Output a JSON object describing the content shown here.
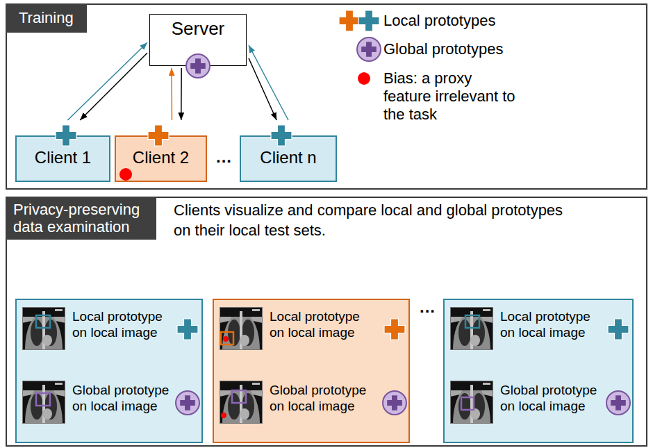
{
  "diagram": {
    "nodes": [
      {
        "text": [
          "Training"
        ]
      },
      {
        "text": [
          "Server"
        ],
        "in": 0
      },
      {
        "text": [
          "Client 1"
        ],
        "in": 0
      },
      {
        "text": [
          "Client 2"
        ],
        "in": 0
      },
      {
        "text": [
          "Client n"
        ],
        "in": 0
      },
      {
        "text": [
          "Privacy-preserving data examination",
          "Clients visualize and compare local and global prototypes on their local test sets."
        ]
      },
      {
        "text": [
          "Local prototype on local image",
          "Global prototype on local image"
        ],
        "in": 5
      },
      {
        "text": [
          "Local prototype on local image",
          "Global prototype on local image"
        ],
        "in": 5
      },
      {
        "text": [
          "Local prototype on local image",
          "Global prototype on local image"
        ],
        "in": 5
      }
    ],
    "edges": [
      {
        "from": 2,
        "to": 1,
        "arrow": "to"
      },
      {
        "from": 1,
        "to": 2,
        "arrow": "to"
      },
      {
        "from": 3,
        "to": 1,
        "arrow": "to"
      },
      {
        "from": 1,
        "to": 3,
        "arrow": "to"
      },
      {
        "from": 4,
        "to": 1,
        "arrow": "to"
      },
      {
        "from": 1,
        "to": 4,
        "arrow": "to"
      }
    ],
    "labels": [
      "...",
      "..."
    ],
    "legend": [
      {
        "text": "Local prototypes"
      },
      {
        "text": "Global prototypes"
      },
      {
        "text": "Bias: a proxy feature irrelevant to the task",
        "color": "#ff0000"
      }
    ]
  }
}
